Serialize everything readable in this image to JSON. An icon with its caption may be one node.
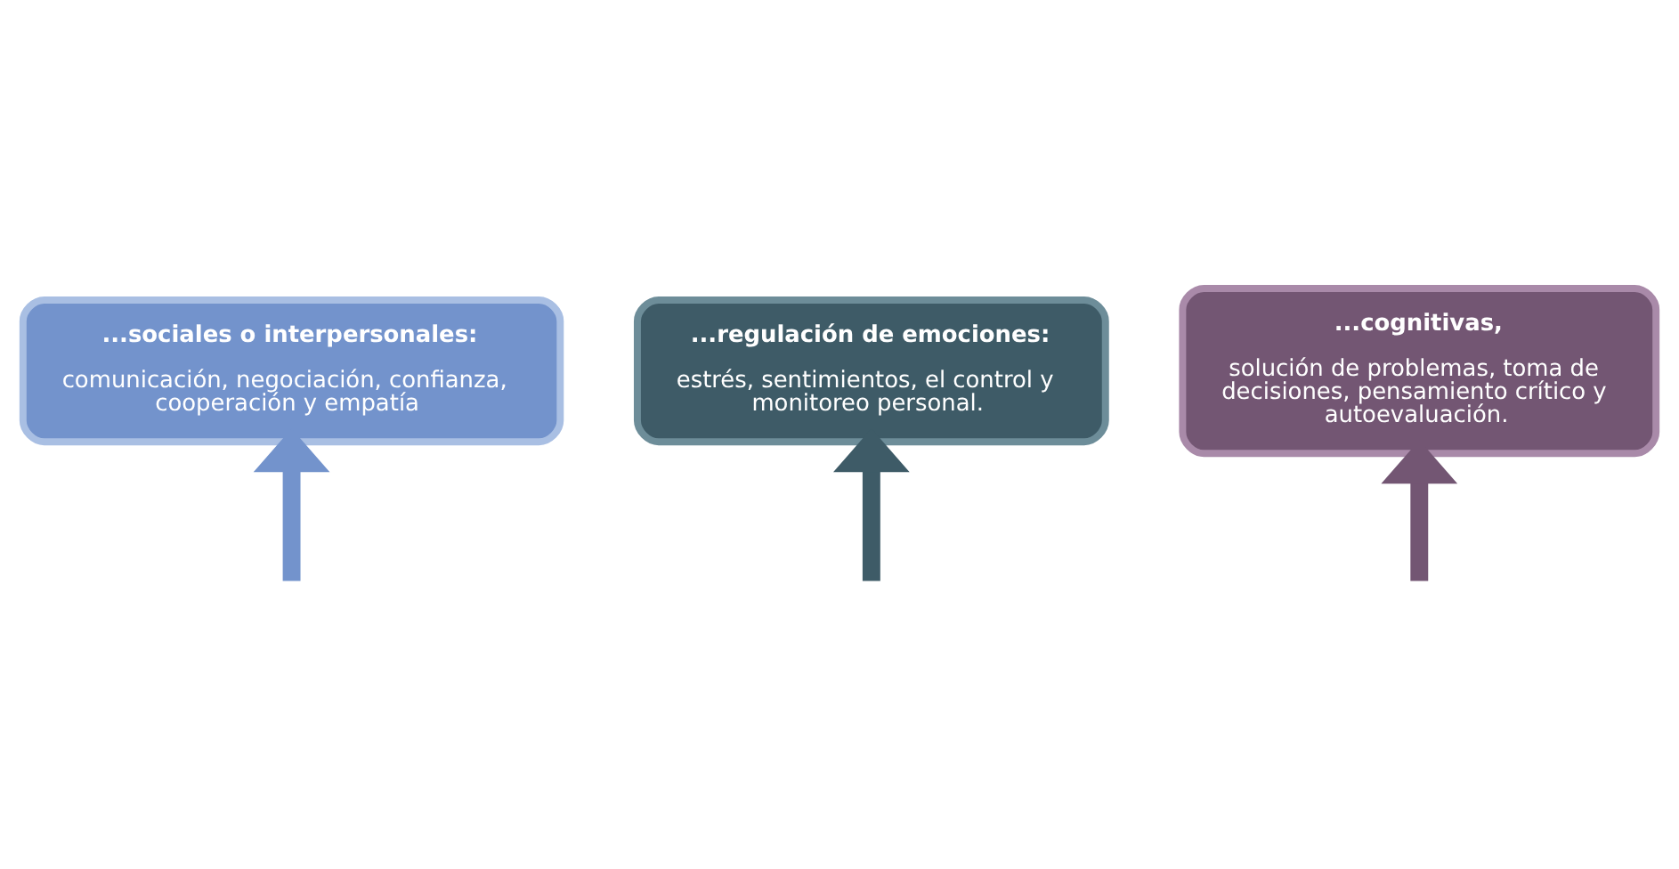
{
  "diagram": {
    "nodes": [
      {
        "text": [
          "...sociales o interpersonales:",
          "comunicación, negociación, confianza, cooperación y empatía"
        ]
      },
      {
        "text": [
          "...regulación de emociones:",
          "estrés, sentimientos, el control y monitoreo personal."
        ]
      },
      {
        "text": [
          "...cognitivas,",
          "solución de problemas, toma de decisiones, pensamiento crítico y autoevaluación."
        ]
      }
    ],
    "edges": [
      {
        "from": null,
        "to": 0,
        "arrow": "to",
        "color": "#7393cc"
      },
      {
        "from": null,
        "to": 1,
        "arrow": "to",
        "color": "#3e5b67"
      },
      {
        "from": null,
        "to": 2,
        "arrow": "to",
        "color": "#735673"
      }
    ]
  }
}
